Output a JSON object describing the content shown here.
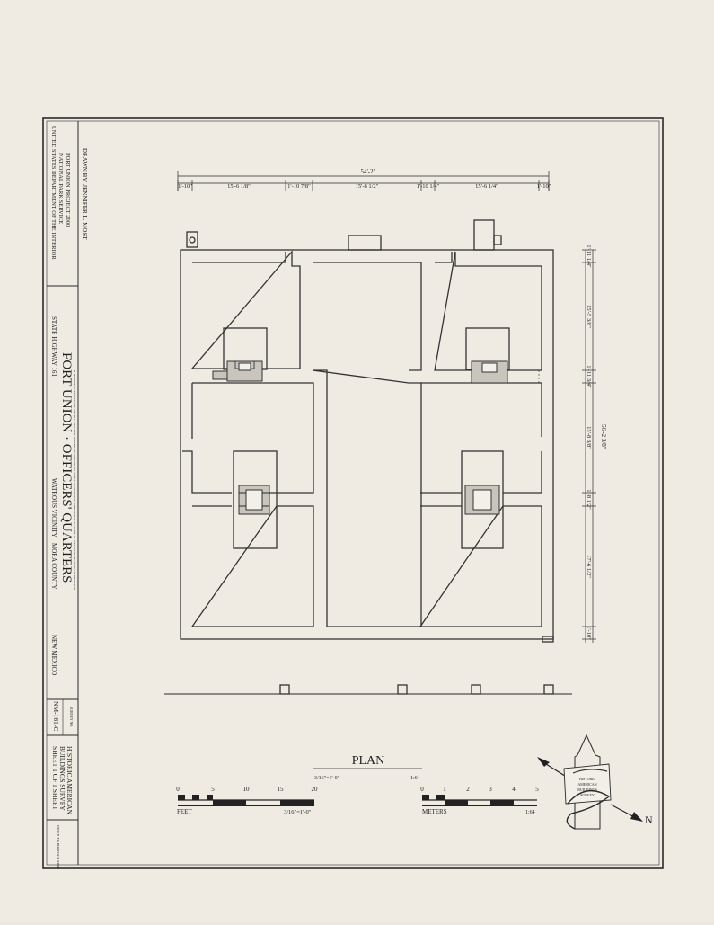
{
  "title_block": {
    "drawn_by": "DRAWN BY: JENNIFER L. MOST",
    "project": "FORT UNION PROJECT 2000",
    "agency1": "NATIONAL PARK SERVICE",
    "agency2": "UNITED STATES DEPARTMENT OF THE INTERIOR",
    "title": "FORT UNION · OFFICERS' QUARTERS",
    "location": "STATE HIGHWAY 161",
    "vicinity": "WATROUS VICINITY",
    "county": "MORA COUNTY",
    "state": "NEW MEXICO",
    "note": "IF REPRODUCED, PLEASE CREDIT: HISTORIC AMERICAN BUILDINGS SURVEY, NATIONAL PARK SERVICE, NAME OF DELINEATOR, DATE OF DRAWING",
    "survey_label": "SURVEY NO.",
    "survey_no": "NM-161-C",
    "habs1": "HISTORIC AMERICAN",
    "habs2": "BUILDINGS SURVEY",
    "sheet": "SHEET 1 OF 1 SHEET",
    "index": "INDEX TO PHOTOGRAPHS"
  },
  "dimensions": {
    "overall_width": "54'-2\"",
    "top": [
      "1'-10\"",
      "15'-6 1/8\"",
      "1'-10 7/8\"",
      "15'-8 1/2\"",
      "1'-10 1/4\"",
      "15'-6 1/4\"",
      "1'-10\""
    ],
    "overall_depth": "56'-2 3/8\"",
    "right": [
      "1'-11 1/4\"",
      "15'-5 3/8\"",
      "1'-11 3/4\"",
      "15'-8 3/8\"",
      "1'-8 1/2\"",
      "17'-6 1/2\"",
      "1'-10\""
    ]
  },
  "plan_label": "PLAN",
  "scales": {
    "feet": {
      "label": "FEET",
      "ticks": [
        "0",
        "5",
        "10",
        "15",
        "20"
      ],
      "ratio_top": "3/16\"=1'-0\"",
      "ratio_bottom": "3/16\"=1'-0\"",
      "ratio_right": "1:64"
    },
    "meters": {
      "label": "METERS",
      "ticks": [
        "0",
        "1",
        "2",
        "3",
        "4",
        "5"
      ],
      "ratio": "1:64"
    }
  },
  "north": {
    "label": "N",
    "monument_text": [
      "HISTORIC",
      "AMERICAN",
      "BUILDINGS",
      "SURVEY"
    ]
  }
}
